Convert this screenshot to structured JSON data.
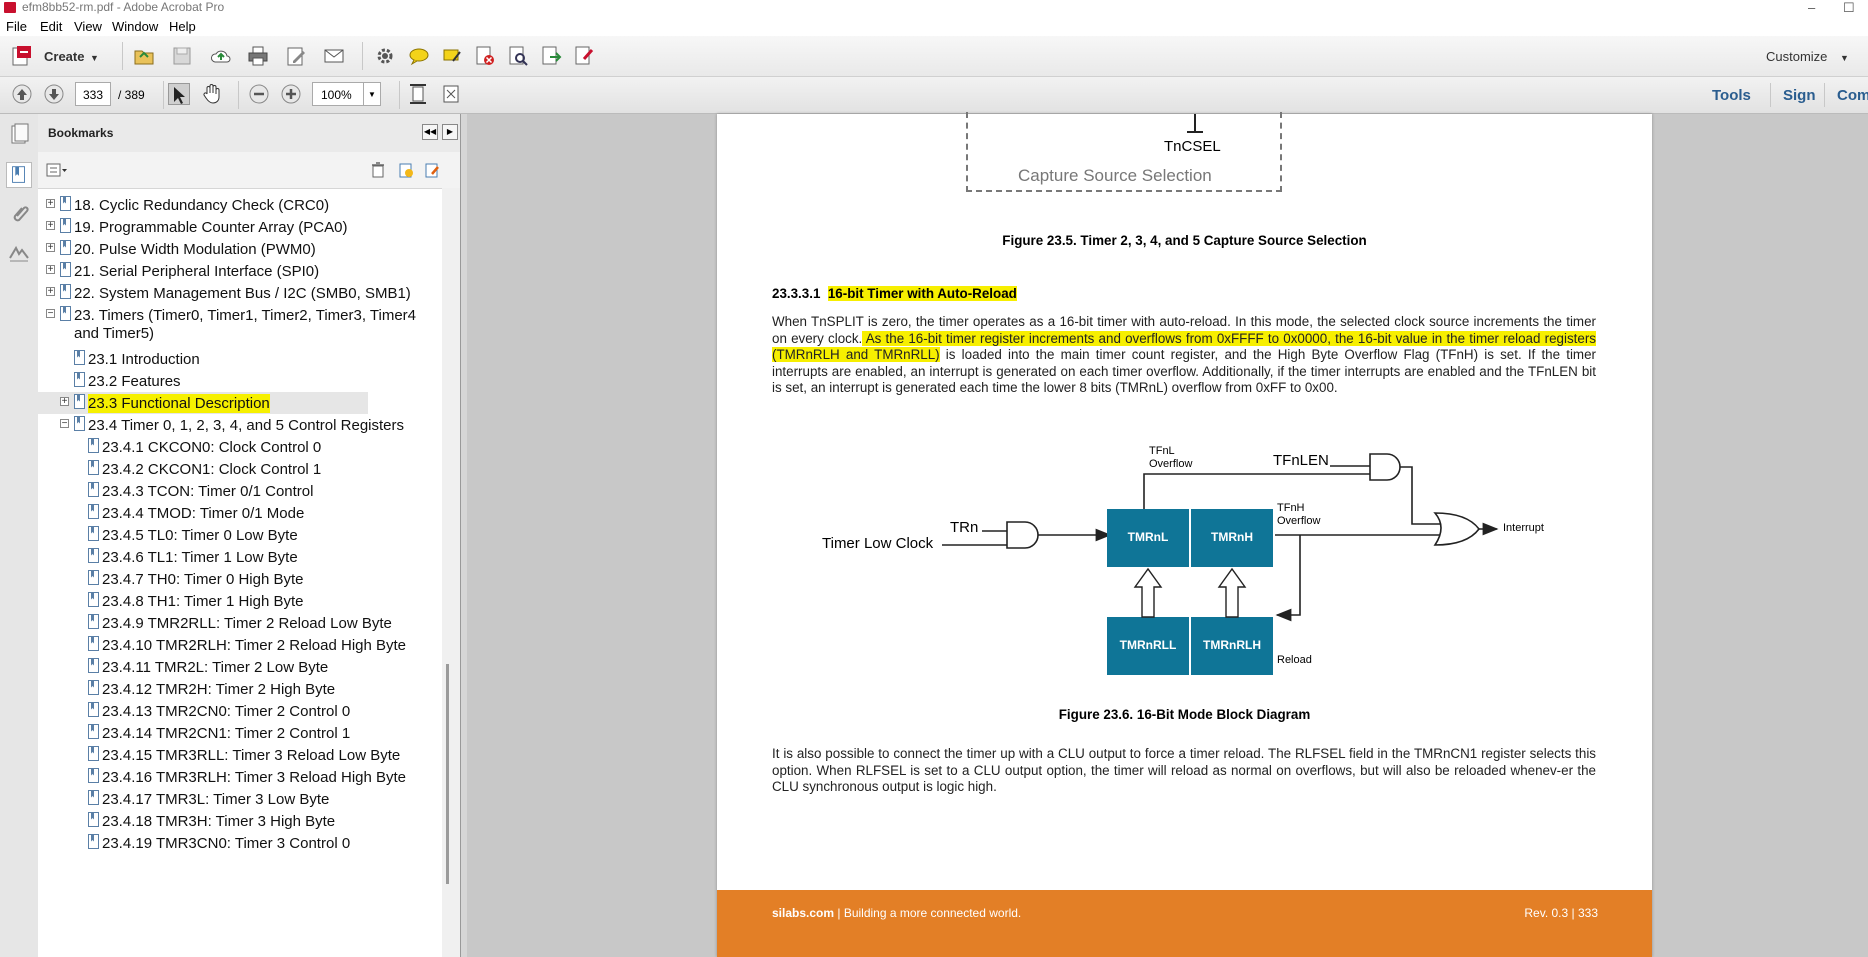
{
  "window": {
    "title": "efm8bb52-rm.pdf - Adobe Acrobat Pro",
    "min": "–",
    "max": "☐"
  },
  "menu": [
    "File",
    "Edit",
    "View",
    "Window",
    "Help"
  ],
  "toolbar": {
    "create_label": "Create",
    "customize_label": "Customize"
  },
  "nav": {
    "current_page": "333",
    "page_total": "/ 389",
    "zoom": "100%"
  },
  "right_links": {
    "tools": "Tools",
    "sign": "Sign",
    "comment": "Com"
  },
  "bookmarks": {
    "title": "Bookmarks",
    "items": [
      {
        "label": "18. Cyclic Redundancy Check (CRC0)",
        "level": 0,
        "expander": "+"
      },
      {
        "label": "19. Programmable Counter Array (PCA0)",
        "level": 0,
        "expander": "+"
      },
      {
        "label": "20. Pulse Width Modulation (PWM0)",
        "level": 0,
        "expander": "+"
      },
      {
        "label": "21. Serial Peripheral Interface (SPI0)",
        "level": 0,
        "expander": "+"
      },
      {
        "label": "22. System Management Bus / I2C (SMB0, SMB1)",
        "level": 0,
        "expander": "+"
      },
      {
        "label": "23. Timers (Timer0, Timer1, Timer2, Timer3, Timer4",
        "label2": "and Timer5)",
        "level": 0,
        "expander": "−"
      },
      {
        "label": "23.1 Introduction",
        "level": 1,
        "expander": ""
      },
      {
        "label": "23.2 Features",
        "level": 1,
        "expander": ""
      },
      {
        "label": "23.3 Functional Description",
        "level": 1,
        "expander": "+",
        "highlight": true
      },
      {
        "label": "23.4 Timer 0, 1, 2, 3, 4, and 5 Control Registers",
        "level": 1,
        "expander": "−"
      },
      {
        "label": "23.4.1 CKCON0: Clock Control 0",
        "level": 2,
        "expander": ""
      },
      {
        "label": "23.4.2 CKCON1: Clock Control 1",
        "level": 2,
        "expander": ""
      },
      {
        "label": "23.4.3 TCON: Timer 0/1 Control",
        "level": 2,
        "expander": ""
      },
      {
        "label": "23.4.4 TMOD: Timer 0/1 Mode",
        "level": 2,
        "expander": ""
      },
      {
        "label": "23.4.5 TL0: Timer 0 Low Byte",
        "level": 2,
        "expander": ""
      },
      {
        "label": "23.4.6 TL1: Timer 1 Low Byte",
        "level": 2,
        "expander": ""
      },
      {
        "label": "23.4.7 TH0: Timer 0 High Byte",
        "level": 2,
        "expander": ""
      },
      {
        "label": "23.4.8 TH1: Timer 1 High Byte",
        "level": 2,
        "expander": ""
      },
      {
        "label": "23.4.9 TMR2RLL: Timer 2 Reload Low Byte",
        "level": 2,
        "expander": ""
      },
      {
        "label": "23.4.10 TMR2RLH: Timer 2 Reload High Byte",
        "level": 2,
        "expander": ""
      },
      {
        "label": "23.4.11 TMR2L: Timer 2 Low Byte",
        "level": 2,
        "expander": ""
      },
      {
        "label": "23.4.12 TMR2H: Timer 2 High Byte",
        "level": 2,
        "expander": ""
      },
      {
        "label": "23.4.13 TMR2CN0: Timer 2 Control 0",
        "level": 2,
        "expander": ""
      },
      {
        "label": "23.4.14 TMR2CN1: Timer 2 Control 1",
        "level": 2,
        "expander": ""
      },
      {
        "label": "23.4.15 TMR3RLL: Timer 3 Reload Low Byte",
        "level": 2,
        "expander": ""
      },
      {
        "label": "23.4.16 TMR3RLH: Timer 3 Reload High Byte",
        "level": 2,
        "expander": ""
      },
      {
        "label": "23.4.17 TMR3L: Timer 3 Low Byte",
        "level": 2,
        "expander": ""
      },
      {
        "label": "23.4.18 TMR3H: Timer 3 High Byte",
        "level": 2,
        "expander": ""
      },
      {
        "label": "23.4.19 TMR3CN0: Timer 3 Control 0",
        "level": 2,
        "expander": ""
      }
    ]
  },
  "doc": {
    "capture_signal": "TnCSEL",
    "capture_box_label": "Capture Source Selection",
    "fig1_caption": "Figure 23.5.  Timer 2, 3, 4, and 5 Capture Source Selection",
    "section_num": "23.3.3.1",
    "section_title": "16-bit Timer with Auto-Reload",
    "p1_a": "When TnSPLIT is zero, the timer operates as a 16-bit timer with auto-reload. In this mode, the selected clock source increments the timer on every clock.",
    "p1_hl": " As the 16-bit timer register increments and overflows from 0xFFFF to 0x0000, the 16-bit value in the timer reload registers (TMRnRLH and TMRnRLL)",
    "p1_b": " is loaded into the main timer count register, and the High Byte Overflow Flag (TFnH) is set. If the timer interrupts are enabled, an interrupt is generated on each timer overflow. Additionally, if the timer interrupts are enabled and the TFnLEN bit is set, an interrupt is generated each time the lower 8 bits (TMRnL) overflow from 0xFF to 0x00.",
    "diagram": {
      "timer_low_clock": "Timer Low Clock",
      "trn": "TRn",
      "tfnl": "TFnL",
      "tfnl_overflow": "Overflow",
      "tfnlen": "TFnLEN",
      "tfnh": "TFnH",
      "tfnh_overflow": "Overflow",
      "interrupt": "Interrupt",
      "tmrnl": "TMRnL",
      "tmrnh": "TMRnH",
      "tmrnrll": "TMRnRLL",
      "tmrnrlh": "TMRnRLH",
      "reload": "Reload"
    },
    "fig2_caption": "Figure 23.6.  16-Bit Mode Block Diagram",
    "p2": "It is also possible to connect the timer up with a CLU output to force a timer reload. The RLFSEL field in the TMRnCN1 register selects this option. When RLFSEL is set to a CLU output option, the timer will reload as normal on overflows, but will also be reloaded whenev-er the CLU synchronous output is logic high.",
    "footer_site": "silabs.com",
    "footer_tag": " | Building a more connected world.",
    "footer_right": "Rev. 0.3  |  333"
  },
  "colors": {
    "accent_orange": "#e37f26",
    "block_teal": "#0f7597",
    "highlight": "#f6f000",
    "link_blue": "#2a5d8f"
  }
}
